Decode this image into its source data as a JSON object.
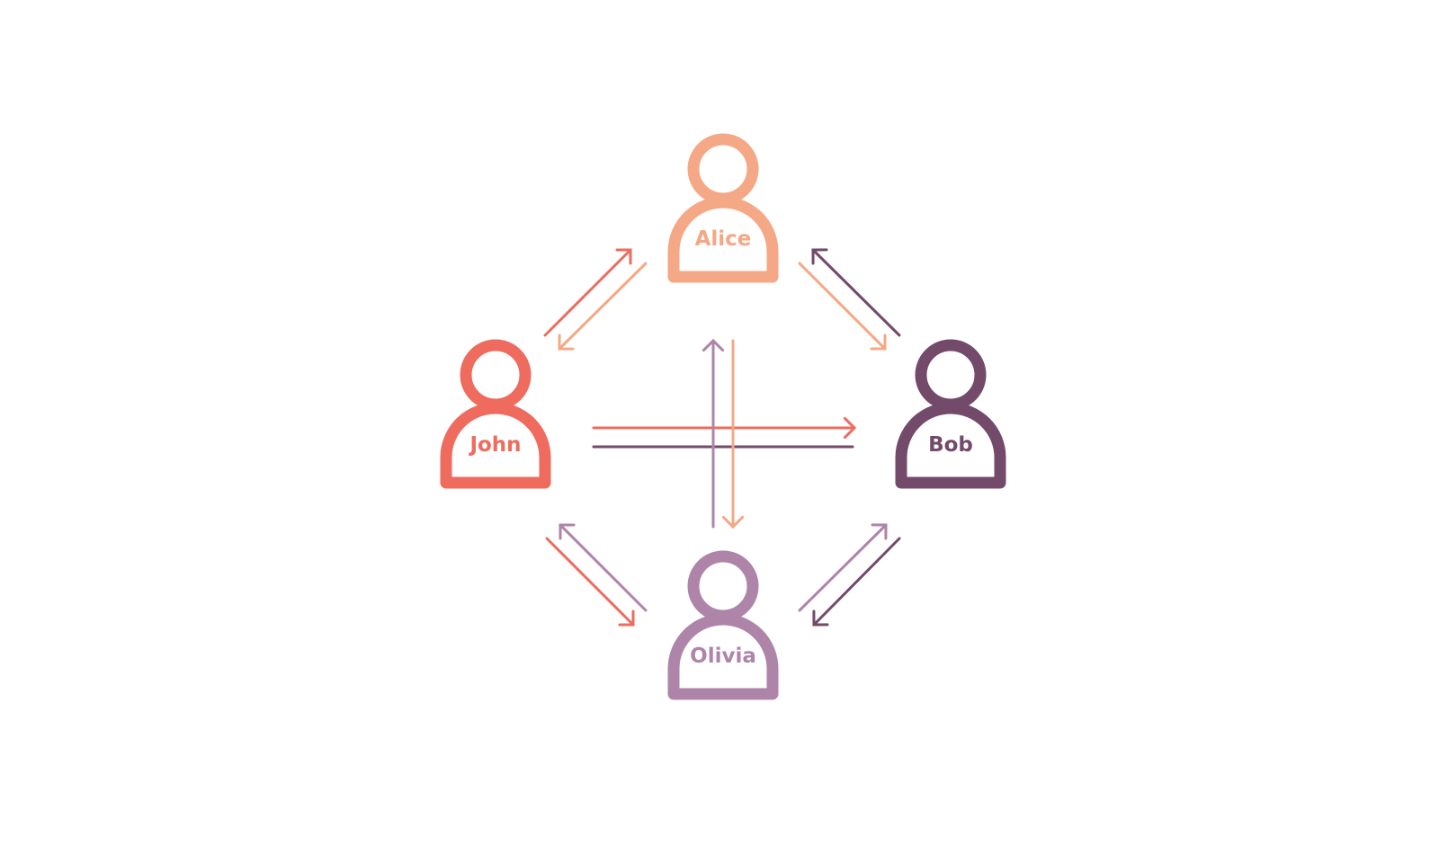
{
  "diagram": {
    "people": [
      {
        "key": "john",
        "name": "John",
        "color": "#EE6B5E"
      },
      {
        "key": "alice",
        "name": "Alice",
        "color": "#F4A886"
      },
      {
        "key": "bob",
        "name": "Bob",
        "color": "#734A6A"
      },
      {
        "key": "olivia",
        "name": "Olivia",
        "color": "#AF84A9"
      }
    ],
    "connections": [
      {
        "from": "john",
        "to": "alice"
      },
      {
        "from": "alice",
        "to": "john"
      },
      {
        "from": "alice",
        "to": "bob"
      },
      {
        "from": "bob",
        "to": "alice"
      },
      {
        "from": "john",
        "to": "bob"
      },
      {
        "from": "bob",
        "to": "john"
      },
      {
        "from": "olivia",
        "to": "alice"
      },
      {
        "from": "alice",
        "to": "olivia"
      },
      {
        "from": "john",
        "to": "olivia"
      },
      {
        "from": "olivia",
        "to": "john"
      },
      {
        "from": "olivia",
        "to": "bob"
      },
      {
        "from": "bob",
        "to": "olivia"
      }
    ]
  }
}
